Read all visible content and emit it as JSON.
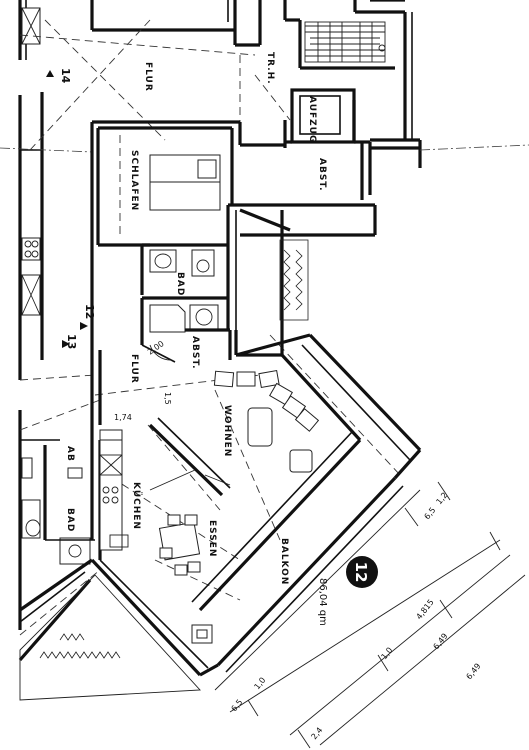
{
  "rooms": {
    "flur_top": "FLUR",
    "tr_h": "TR.H.",
    "aufzug": "AUFZUG",
    "abst_top": "ABST.",
    "schlafen": "SCHLAFEN",
    "bad_upper": "BAD",
    "abst_mid": "ABST.",
    "flur_mid": "FLUR",
    "wohnen": "WOHNEN",
    "kuechen": "KÜCHEN",
    "essen": "ESSEN",
    "balkon": "BALKON",
    "ab": "AB",
    "bad_left": "BAD"
  },
  "markers": {
    "m14": "14",
    "m12": "12",
    "m13": "13"
  },
  "unit": {
    "number": "12",
    "area": "86,04 qm"
  },
  "dims": {
    "d1": "1,74",
    "d2": "2,00",
    "d3": "1,5",
    "d4": "6,49",
    "d5": "4,815",
    "d6": "1,0",
    "d7": "6,49",
    "d8": "2,4",
    "d9": "1,0",
    "d10": "6,5",
    "d11": "6,5",
    "d12": "1,2"
  }
}
